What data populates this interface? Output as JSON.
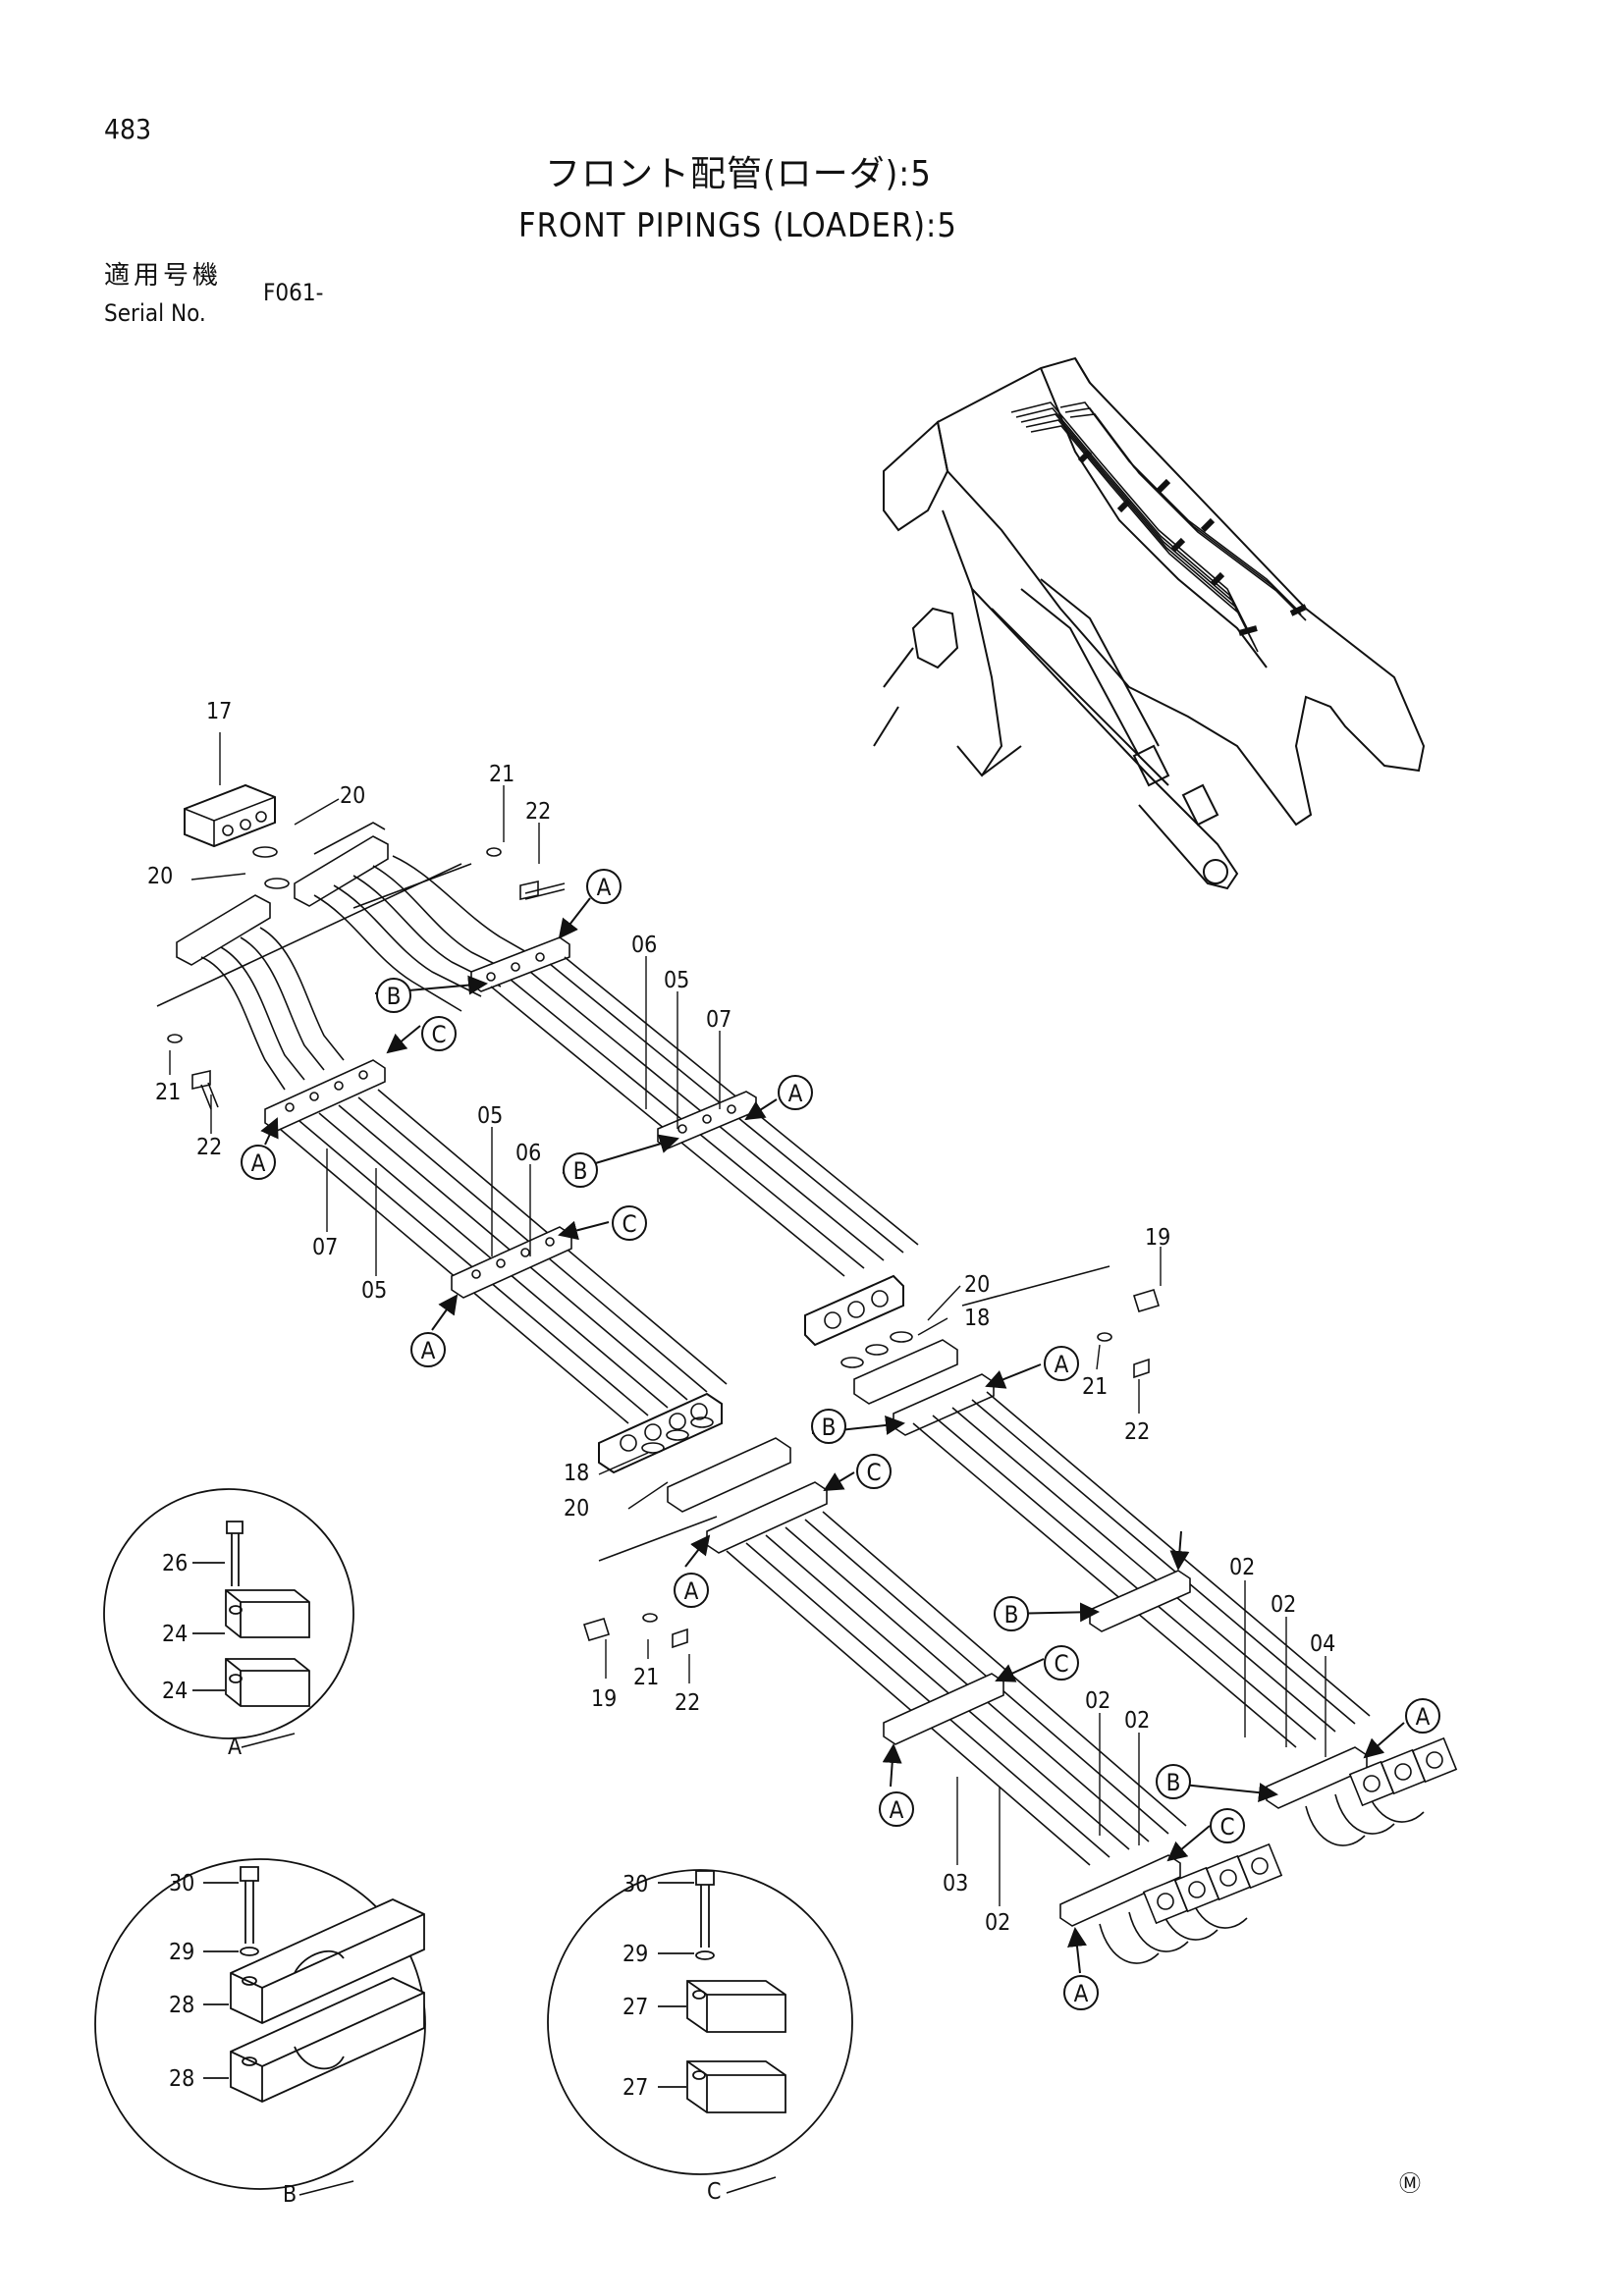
{
  "header": {
    "page_number": "483",
    "title_jp": "フロント配管(ローダ):5",
    "title_en": "FRONT PIPINGS (LOADER):5",
    "serial_label_jp": "適用号機",
    "serial_label_en": "Serial No.",
    "serial_value": "F061-"
  },
  "part_labels": {
    "p17": "17",
    "p20a": "20",
    "p20b": "20",
    "p21a": "21",
    "p22a": "22",
    "p06a": "06",
    "p05a": "05",
    "p07a": "07",
    "p21b": "21",
    "p22b": "22",
    "p05b": "05",
    "p06b": "06",
    "p07b": "07",
    "p05c": "05",
    "p19a": "19",
    "p20c": "20",
    "p18a": "18",
    "p21c": "21",
    "p22c": "22",
    "p18b": "18",
    "p20d": "20",
    "p02a": "02",
    "p02b": "02",
    "p04": "04",
    "p19b": "19",
    "p21d": "21",
    "p22d": "22",
    "p02c": "02",
    "p02d": "02",
    "p03": "03",
    "p02e": "02"
  },
  "callouts": {
    "a1": "A",
    "a2": "A",
    "a3": "A",
    "a4": "A",
    "a5": "A",
    "a6": "A",
    "a7": "A",
    "a8": "A",
    "a9": "A",
    "b1": "B",
    "b2": "B",
    "b3": "B",
    "b4": "B",
    "b5": "B",
    "c1": "C",
    "c2": "C",
    "c3": "C",
    "c4": "C",
    "c5": "C"
  },
  "detail_views": {
    "A": {
      "caption": "A",
      "parts": [
        "26",
        "24",
        "24"
      ]
    },
    "B": {
      "caption": "B",
      "parts": [
        "30",
        "29",
        "28",
        "28"
      ]
    },
    "C": {
      "caption": "C",
      "parts": [
        "30",
        "29",
        "27",
        "27"
      ]
    }
  },
  "footer_mark": "Ⓜ"
}
